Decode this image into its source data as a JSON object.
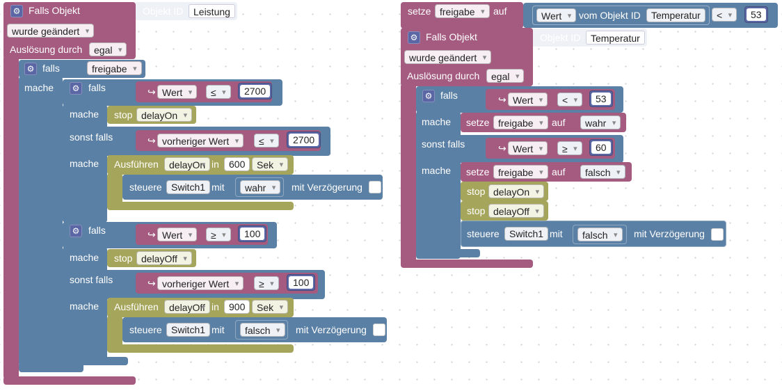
{
  "left": {
    "trigger_title": "Falls Objekt",
    "objekt_id_label": "Objekt ID",
    "objekt_id_value": "Leistung",
    "change_option": "wurde geändert",
    "ausloesung_label": "Auslösung durch",
    "ausloesung_value": "egal",
    "outer_if": {
      "falls": "falls",
      "mache": "mache",
      "var": "freigabe"
    },
    "if1": {
      "falls": "falls",
      "cond1": {
        "field": "Wert",
        "op": "≤",
        "value": "2700"
      },
      "mache1": "mache",
      "stop_label": "stop",
      "stop_timer": "delayOn",
      "sonst_falls": "sonst falls",
      "cond2": {
        "field": "vorheriger Wert",
        "op": "≤",
        "value": "2700"
      },
      "mache2": "mache",
      "exec_label": "Ausführen",
      "exec_timer": "delayOn",
      "in_label": "in",
      "delay": "600",
      "unit": "Sek",
      "steuere": "steuere",
      "target": "Switch1",
      "mit": "mit",
      "state": "wahr",
      "verz": "mit Verzögerung"
    },
    "if2": {
      "falls": "falls",
      "cond1": {
        "field": "Wert",
        "op": "≥",
        "value": "100"
      },
      "mache1": "mache",
      "stop_label": "stop",
      "stop_timer": "delayOff",
      "sonst_falls": "sonst falls",
      "cond2": {
        "field": "vorheriger Wert",
        "op": "≥",
        "value": "100"
      },
      "mache2": "mache",
      "exec_label": "Ausführen",
      "exec_timer": "delayOff",
      "in_label": "in",
      "delay": "900",
      "unit": "Sek",
      "steuere": "steuere",
      "target": "Switch1",
      "mit": "mit",
      "state": "falsch",
      "verz": "mit Verzögerung"
    }
  },
  "right": {
    "setze": {
      "label": "setze",
      "var": "freigabe",
      "auf": "auf",
      "wert": "Wert",
      "vom_objekt": "vom Objekt ID",
      "objekt": "Temperatur",
      "op": "<",
      "value": "53"
    },
    "trigger_title": "Falls Objekt",
    "objekt_id_label": "Objekt ID",
    "objekt_id_value": "Temperatur",
    "change_option": "wurde geändert",
    "ausloesung_label": "Auslösung durch",
    "ausloesung_value": "egal",
    "if": {
      "falls": "falls",
      "cond1": {
        "field": "Wert",
        "op": "<",
        "value": "53"
      },
      "mache1": "mache",
      "set1": {
        "label": "setze",
        "var": "freigabe",
        "auf": "auf",
        "value": "wahr"
      },
      "sonst_falls": "sonst falls",
      "cond2": {
        "field": "Wert",
        "op": "≥",
        "value": "60"
      },
      "mache2": "mache",
      "set2": {
        "label": "setze",
        "var": "freigabe",
        "auf": "auf",
        "value": "falsch"
      },
      "stop1": {
        "label": "stop",
        "timer": "delayOn"
      },
      "stop2": {
        "label": "stop",
        "timer": "delayOff"
      },
      "steuere": "steuere",
      "target": "Switch1",
      "mit": "mit",
      "state": "falsch",
      "verz": "mit Verzögerung"
    }
  },
  "icons": {
    "gear": "⚙",
    "arrow": "↪"
  },
  "colors": {
    "event": "#a55b80",
    "control": "#5b80a5",
    "timer": "#a5a55b",
    "number": "#5b67a5"
  }
}
